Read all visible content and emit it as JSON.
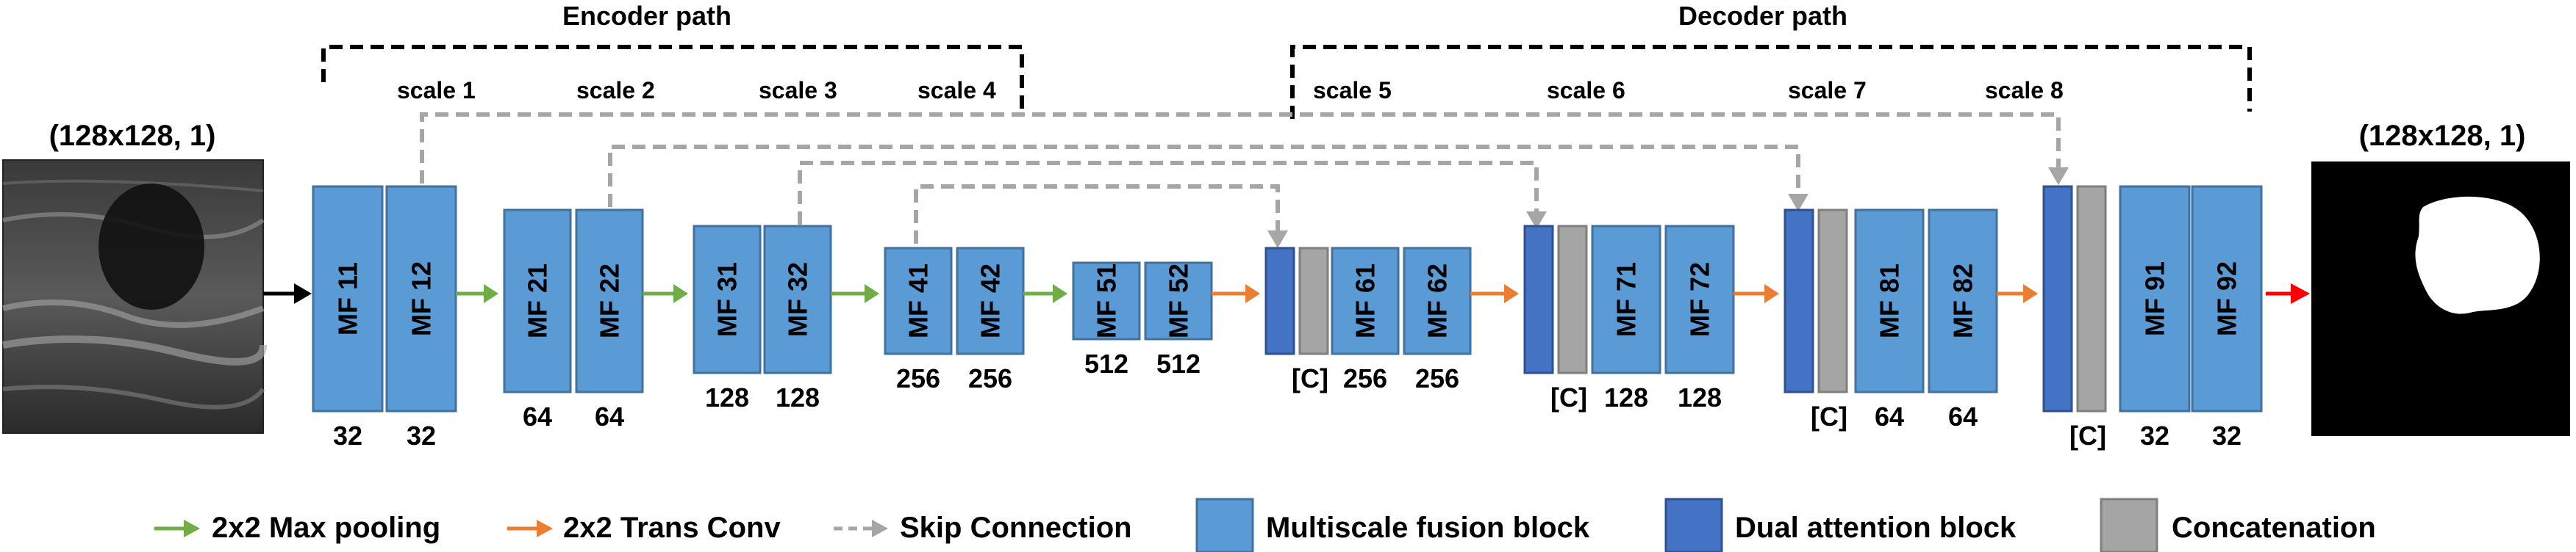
{
  "input": {
    "label": "(128x128, 1)"
  },
  "output": {
    "label": "(128x128, 1)"
  },
  "paths": {
    "encoder": "Encoder path",
    "decoder": "Decoder path"
  },
  "scales": [
    "scale 1",
    "scale 2",
    "scale 3",
    "scale 4",
    "scale 5",
    "scale 6",
    "scale 7",
    "scale 8"
  ],
  "blocks": [
    {
      "name": "MF 11",
      "channels": "32"
    },
    {
      "name": "MF 12",
      "channels": "32"
    },
    {
      "name": "MF 21",
      "channels": "64"
    },
    {
      "name": "MF 22",
      "channels": "64"
    },
    {
      "name": "MF 31",
      "channels": "128"
    },
    {
      "name": "MF 32",
      "channels": "128"
    },
    {
      "name": "MF 41",
      "channels": "256"
    },
    {
      "name": "MF 42",
      "channels": "256"
    },
    {
      "name": "MF 51",
      "channels": "512"
    },
    {
      "name": "MF 52",
      "channels": "512"
    },
    {
      "name": "MF 61",
      "channels": "256"
    },
    {
      "name": "MF 62",
      "channels": "256"
    },
    {
      "name": "MF 71",
      "channels": "128"
    },
    {
      "name": "MF 72",
      "channels": "128"
    },
    {
      "name": "MF 81",
      "channels": "64"
    },
    {
      "name": "MF 82",
      "channels": "64"
    },
    {
      "name": "MF 91",
      "channels": "32"
    },
    {
      "name": "MF 92",
      "channels": "32"
    }
  ],
  "concat_label": "[C]",
  "legend": {
    "max_pooling": "2x2 Max pooling",
    "trans_conv": "2x2 Trans Conv",
    "skip": "Skip Connection",
    "multiscale": "Multiscale fusion block",
    "dual_attention": "Dual attention block",
    "concatenation": "Concatenation"
  },
  "colors": {
    "multiscale": "#5b9bd5",
    "multiscale_border": "#41719c",
    "dual_attention": "#4472c4",
    "dual_attention_border": "#2f528f",
    "concatenation": "#a5a5a5",
    "concatenation_border": "#7f7f7f",
    "max_pooling_arrow": "#70ad47",
    "trans_conv_arrow": "#ed7d31",
    "skip_arrow": "#a6a6a6",
    "output_arrow": "#ff0000",
    "input_arrow": "#000000"
  }
}
